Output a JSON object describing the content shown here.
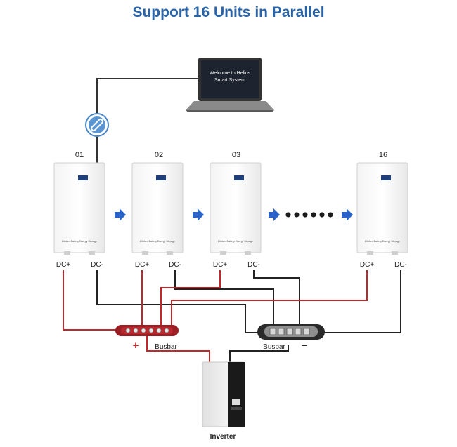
{
  "title": "Support 16 Units in Parallel",
  "laptop": {
    "screen_text_line1": "Welcome to Helios",
    "screen_text_line2": "Smart System"
  },
  "units": [
    {
      "number": "01",
      "label": "Lithium Battery Energy Storage",
      "dc_plus": "DC+",
      "dc_minus": "DC-"
    },
    {
      "number": "02",
      "label": "Lithium Battery Energy Storage",
      "dc_plus": "DC+",
      "dc_minus": "DC-"
    },
    {
      "number": "03",
      "label": "Lithium Battery Energy Storage",
      "dc_plus": "DC+",
      "dc_minus": "DC-"
    },
    {
      "number": "16",
      "label": "Lithium Battery Energy Storage",
      "dc_plus": "DC+",
      "dc_minus": "DC-"
    }
  ],
  "busbar_positive": {
    "label": "Busbar",
    "sign": "+"
  },
  "busbar_negative": {
    "label": "Busbar",
    "sign": "−"
  },
  "inverter": {
    "label": "Inverter"
  },
  "colors": {
    "title": "#2a64a8",
    "positive_wire": "#c0282c",
    "negative_wire": "#222222",
    "arrow": "#2a64c8",
    "comm_line": "#333333"
  },
  "icons": {
    "link": "chain-link-icon",
    "arrow": "right-arrow-icon"
  }
}
